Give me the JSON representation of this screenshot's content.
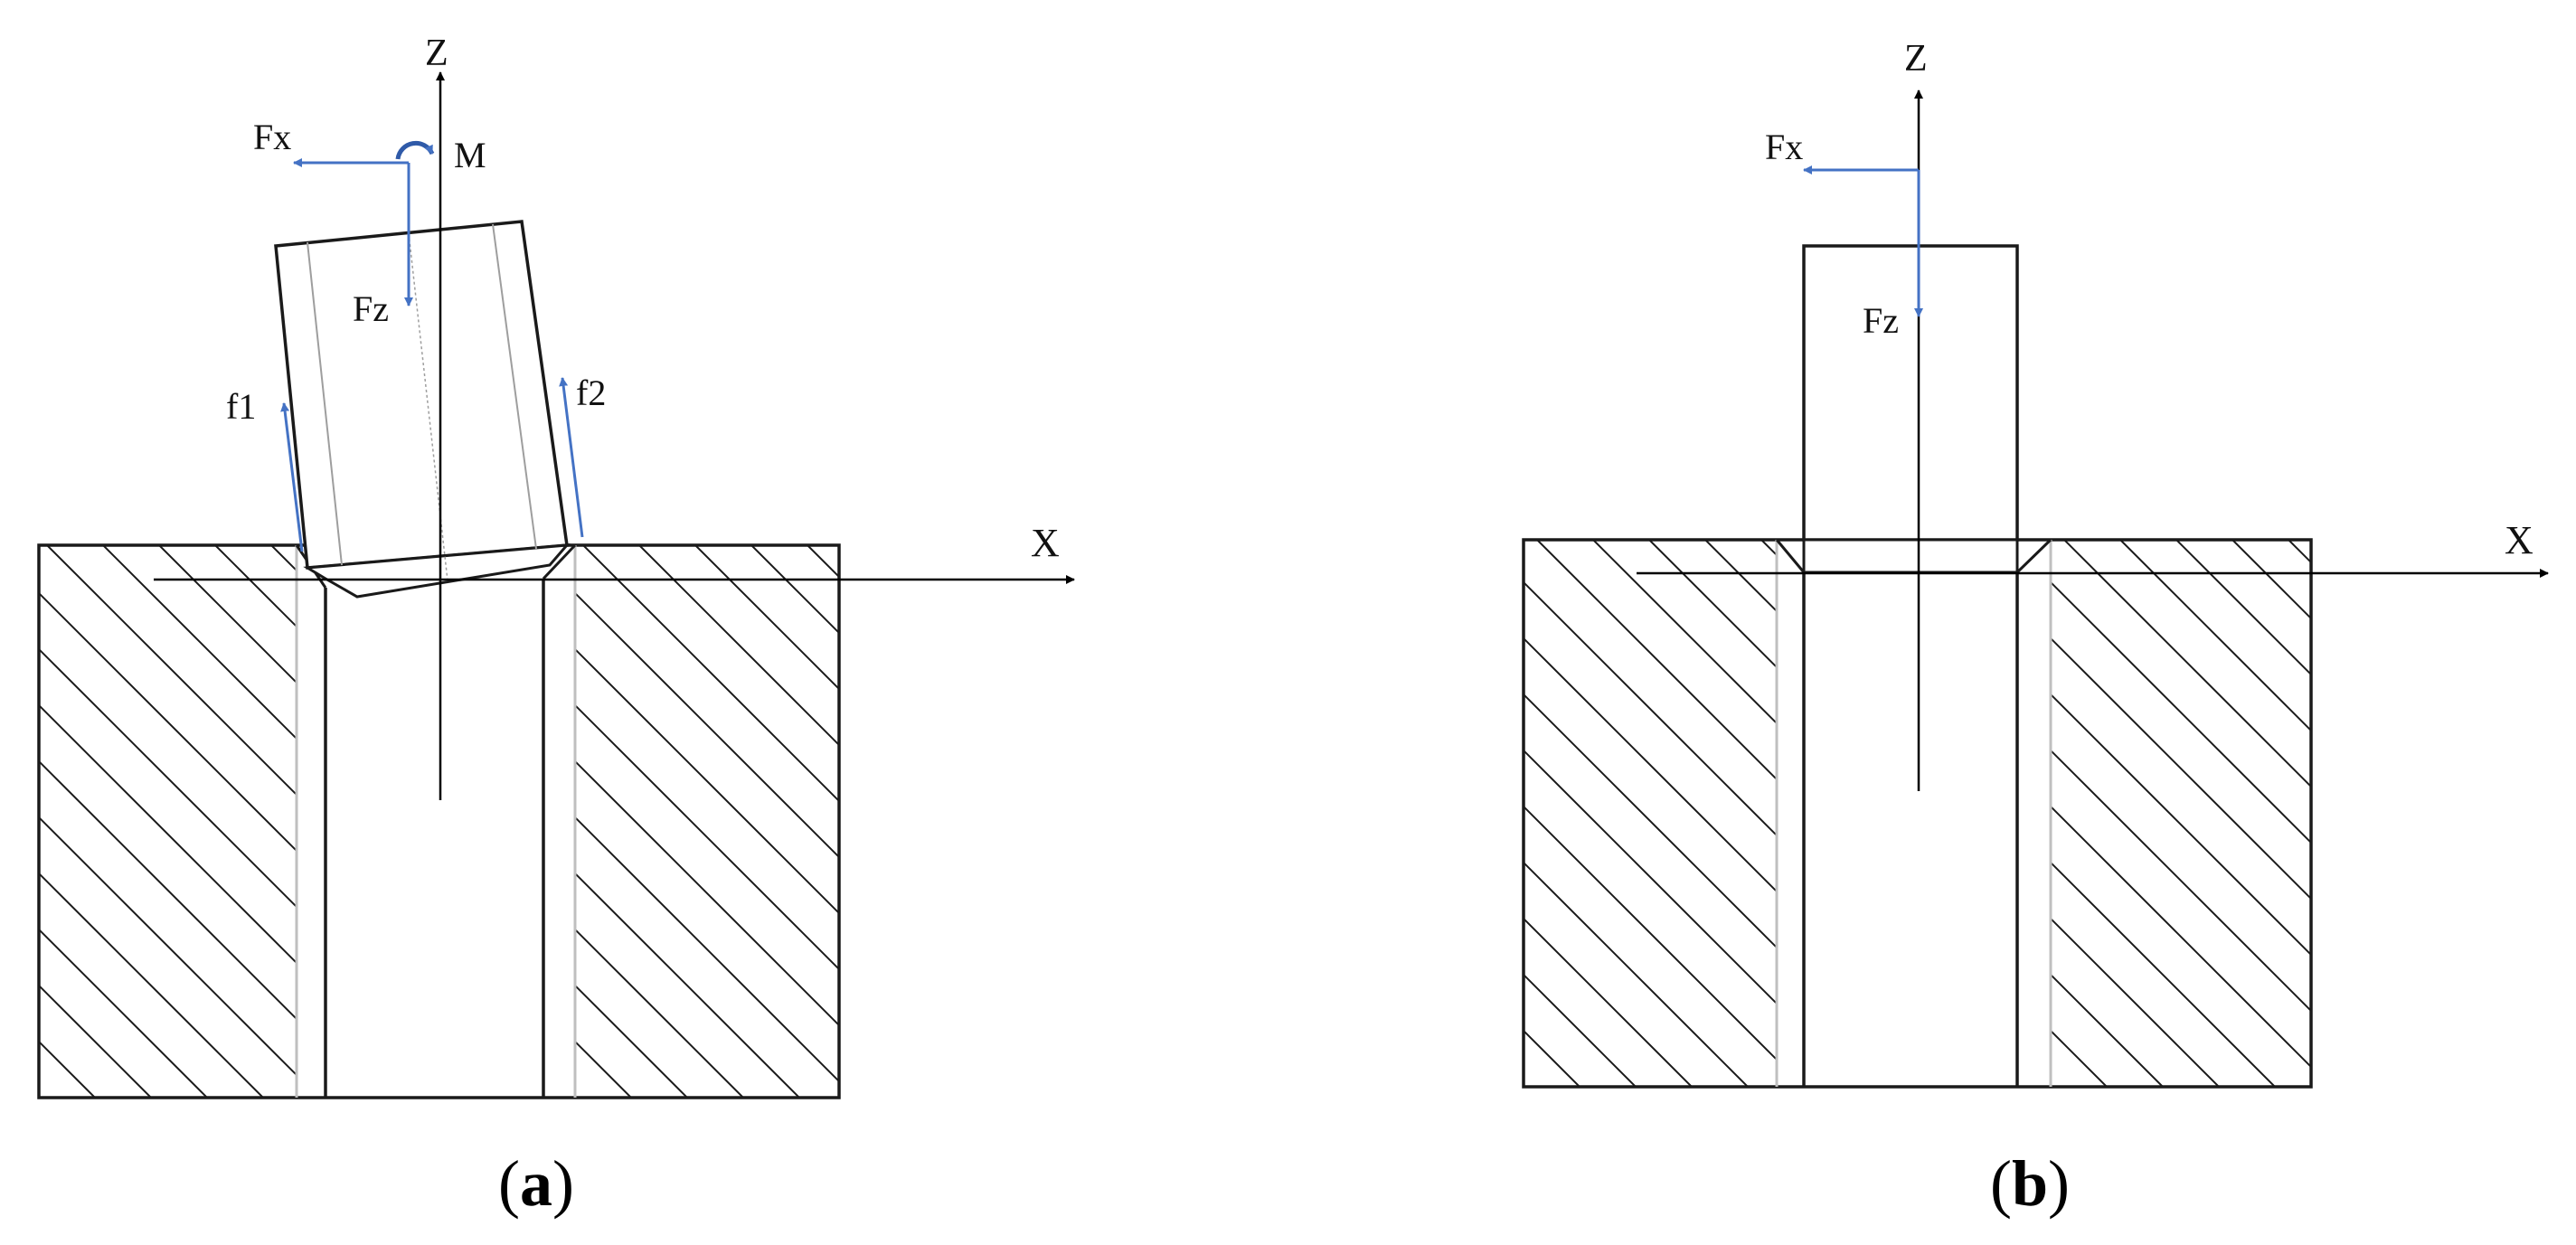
{
  "colors": {
    "line": "#1a1a1a",
    "force_arrow": "#4472c4",
    "hatch": "#1a1a1a",
    "liner": "#bfbfbf"
  },
  "panel_a": {
    "axis_z": "Z",
    "axis_x": "X",
    "fx": "Fx",
    "fz": "Fz",
    "moment": "M",
    "f1": "f1",
    "f2": "f2",
    "caption": "(a)",
    "caption_letter": "a"
  },
  "panel_b": {
    "axis_z": "Z",
    "axis_x": "X",
    "fx": "Fx",
    "fz": "Fz",
    "caption": "(b)",
    "caption_letter": "b"
  }
}
